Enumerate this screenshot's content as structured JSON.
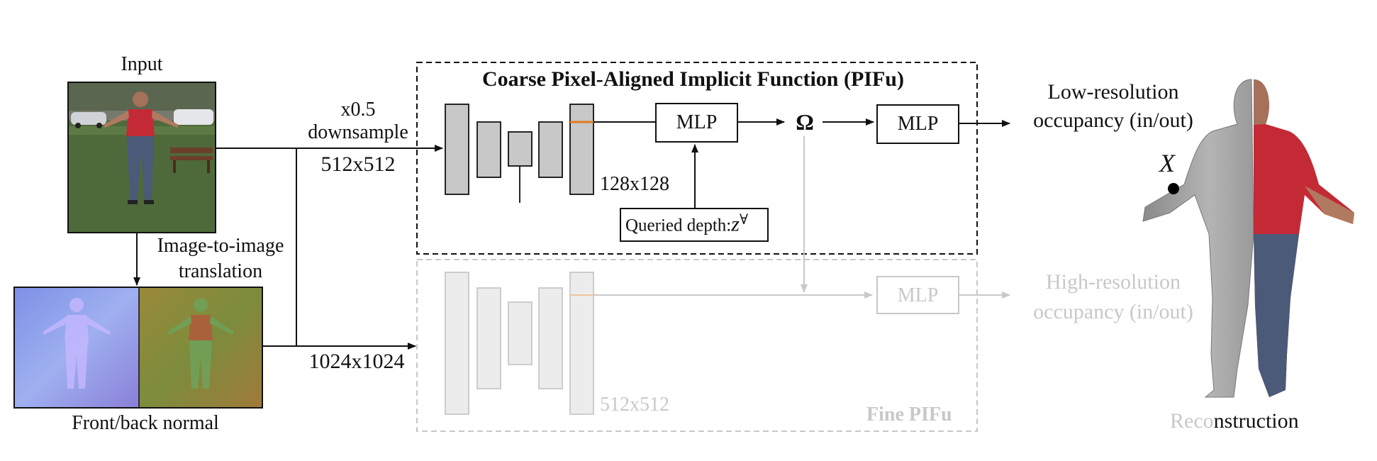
{
  "input": {
    "title": "Input"
  },
  "normals": {
    "translation_label_line1": "Image-to-image",
    "translation_label_line2": "translation",
    "caption": "Front/back normal"
  },
  "coarse_branch": {
    "downsample_line1": "x0.5",
    "downsample_line2": "downsample",
    "input_resolution": "512x512",
    "title": "Coarse Pixel-Aligned Implicit Function (PIFu)",
    "feature_resolution": "128x128",
    "mlp_label": "MLP",
    "depth_label": "Queried depth:",
    "depth_symbol": "z",
    "depth_superscript": "∀",
    "omega_symbol": "Ω",
    "output_mlp_label": "MLP",
    "output_line1": "Low-resolution",
    "output_line2": "occupancy (in/out)"
  },
  "fine_branch": {
    "input_resolution": "1024x1024",
    "title": "Fine PIFu",
    "feature_resolution": "512x512",
    "mlp_label": "MLP",
    "output_line1": "High-resolution",
    "output_line2": "occupancy (in/out)"
  },
  "reconstruction": {
    "point_label": "X",
    "caption_faded": "Reco",
    "caption_dark": "nstruction"
  },
  "colors": {
    "line": "#111111",
    "faded": "#c8c8c8",
    "block_fill": "#c8c8c8",
    "block_fill_faded": "#ececec",
    "accent_orange": "#e07a1f",
    "shirt_red": "#c42a35",
    "jeans_blue": "#4a5a78",
    "grass_green": "#4f6a3a",
    "normal_blue": "#8a9ee8",
    "normal_olive": "#8a8a3a"
  }
}
